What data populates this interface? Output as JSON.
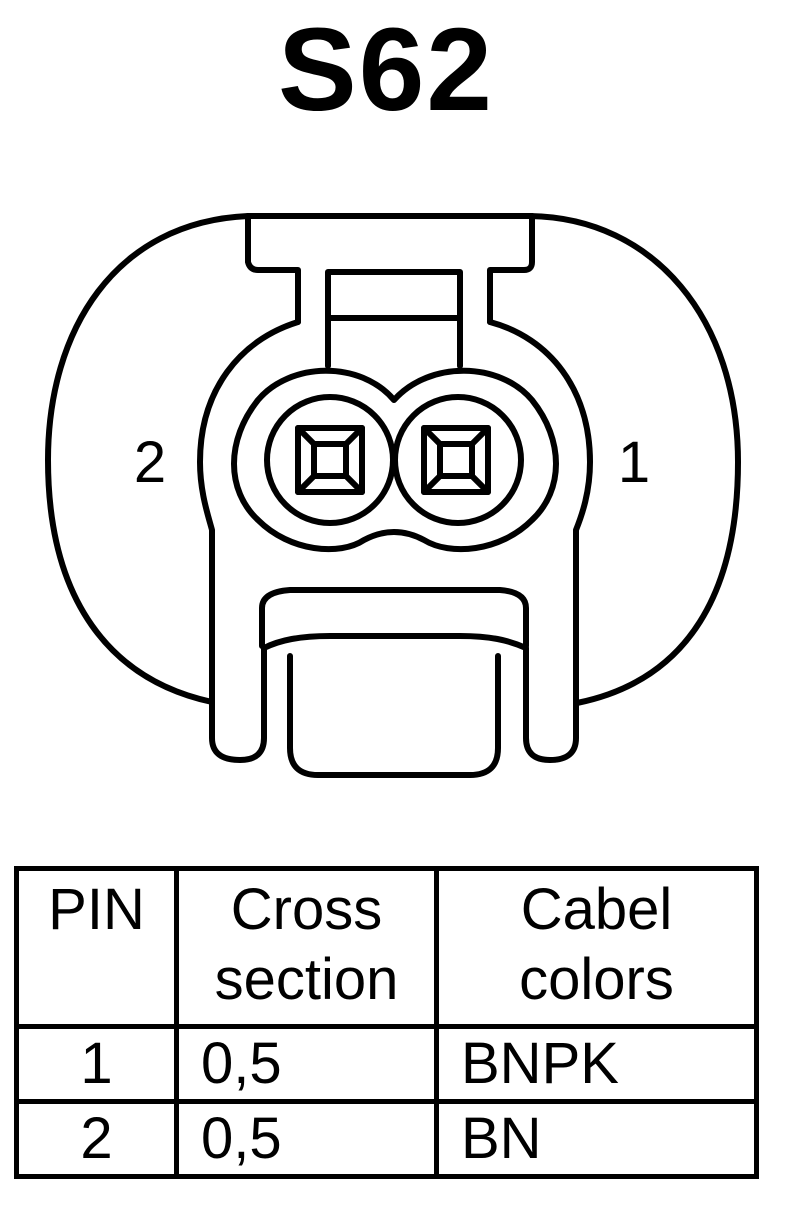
{
  "title": "S62",
  "connector": {
    "pin_left_label": "2",
    "pin_right_label": "1"
  },
  "table": {
    "headers": {
      "pin": "PIN",
      "cross_section_line1": "Cross",
      "cross_section_line2": "section",
      "cable_colors_line1": "Cabel",
      "cable_colors_line2": "colors"
    },
    "rows": [
      {
        "pin": "1",
        "cross_section": "0,5",
        "color": "BNPK"
      },
      {
        "pin": "2",
        "cross_section": "0,5",
        "color": "BN"
      }
    ]
  }
}
